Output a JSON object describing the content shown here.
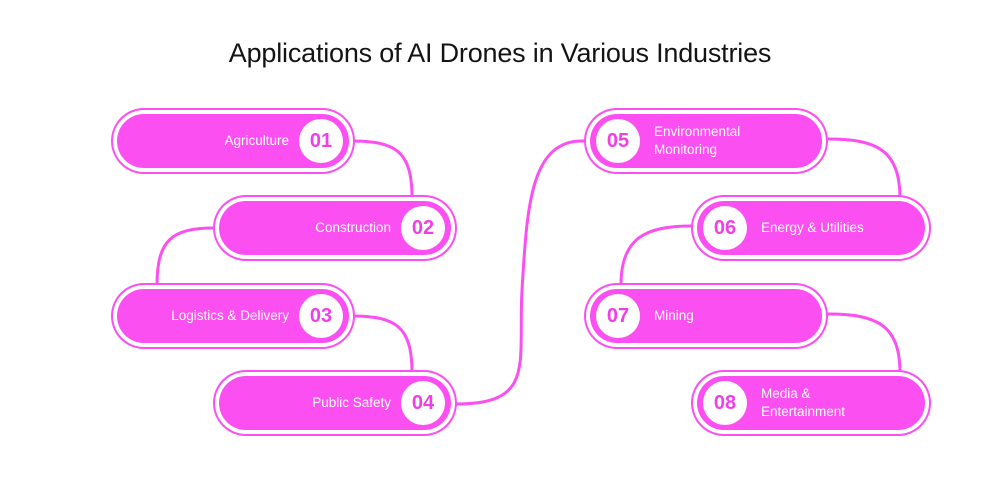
{
  "title": "Applications of AI Drones in Various Industries",
  "colors": {
    "pill": "#fb4ff2",
    "badge_text": "#f03fe7",
    "title": "#141414"
  },
  "items": [
    {
      "number": "01",
      "label": "Agriculture"
    },
    {
      "number": "02",
      "label": "Construction"
    },
    {
      "number": "03",
      "label": "Logistics & Delivery"
    },
    {
      "number": "04",
      "label": "Public Safety"
    },
    {
      "number": "05",
      "label": "Environmental\nMonitoring"
    },
    {
      "number": "06",
      "label": "Energy & Utilities"
    },
    {
      "number": "07",
      "label": "Mining"
    },
    {
      "number": "08",
      "label": "Media &\nEntertainment"
    }
  ]
}
